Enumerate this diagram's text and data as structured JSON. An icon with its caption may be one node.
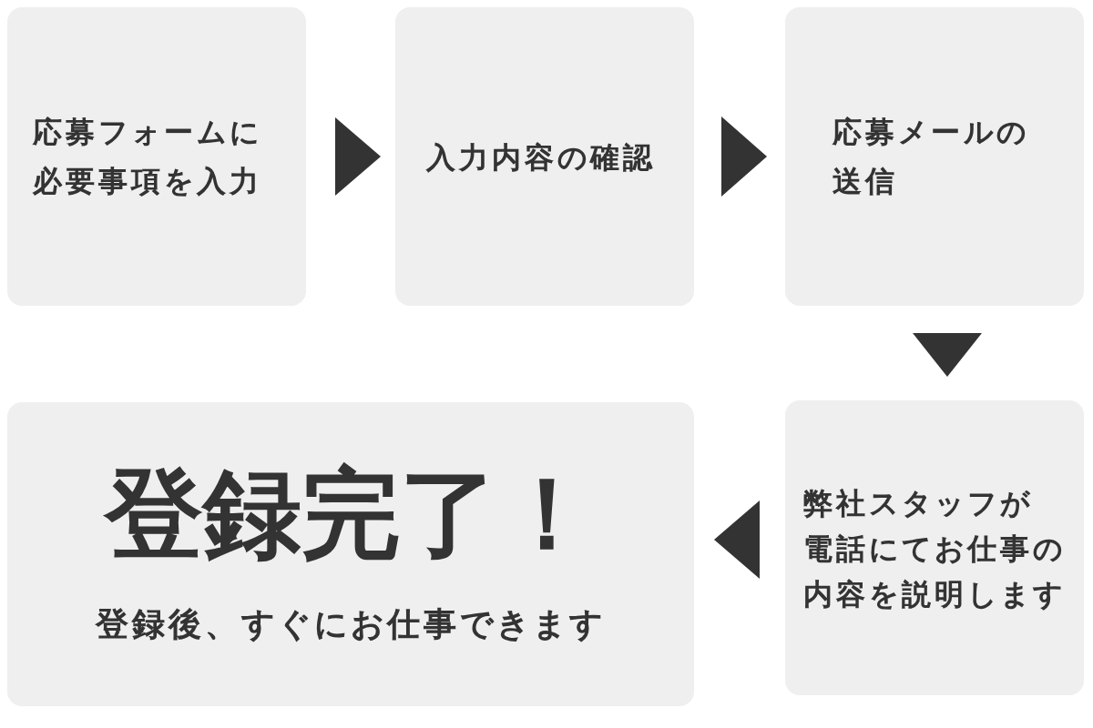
{
  "diagram": {
    "nodes": [
      {
        "text": [
          "応募フォームに必要事項を入力"
        ]
      },
      {
        "text": [
          "入力内容の確認"
        ]
      },
      {
        "text": [
          "応募メールの送信"
        ]
      },
      {
        "text": [
          "弊社スタッフが電話にてお仕事の内容を説明します"
        ]
      },
      {
        "text": [
          "登録完了！",
          "登録後、すぐにお仕事できます"
        ]
      }
    ],
    "edges": [
      {
        "from": 0,
        "to": 1,
        "arrow": "to"
      },
      {
        "from": 1,
        "to": 2,
        "arrow": "to"
      },
      {
        "from": 2,
        "to": 3,
        "arrow": "to"
      },
      {
        "from": 3,
        "to": 4,
        "arrow": "to"
      }
    ]
  }
}
